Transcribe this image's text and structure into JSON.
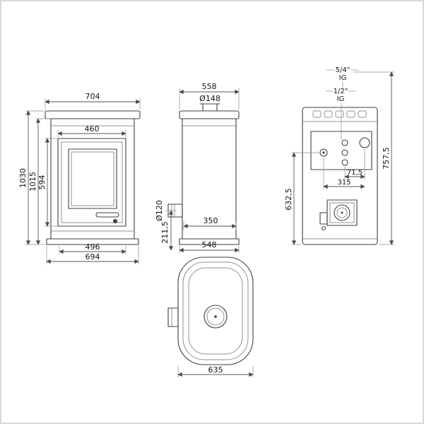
{
  "drawing": {
    "front": {
      "top_width": "704",
      "door_width": "460",
      "total_height": "1030",
      "body_height": "1015",
      "door_height": "594",
      "base_inner_width": "496",
      "base_width": "694"
    },
    "side": {
      "top_depth": "558",
      "flue_diameter": "Ø148",
      "rear_outlet_diameter": "Ø120",
      "mid_depth": "350",
      "base_depth": "548",
      "outlet_height": "211,5"
    },
    "back": {
      "fitting_large": "5/4\"",
      "fitting_large_thread": "IG",
      "fitting_small": "1/2\"",
      "fitting_small_thread": "IG",
      "port_spacing": "71,5",
      "port_span": "315",
      "right_height": "757,5",
      "left_height": "632,5"
    },
    "top": {
      "width": "635"
    }
  }
}
